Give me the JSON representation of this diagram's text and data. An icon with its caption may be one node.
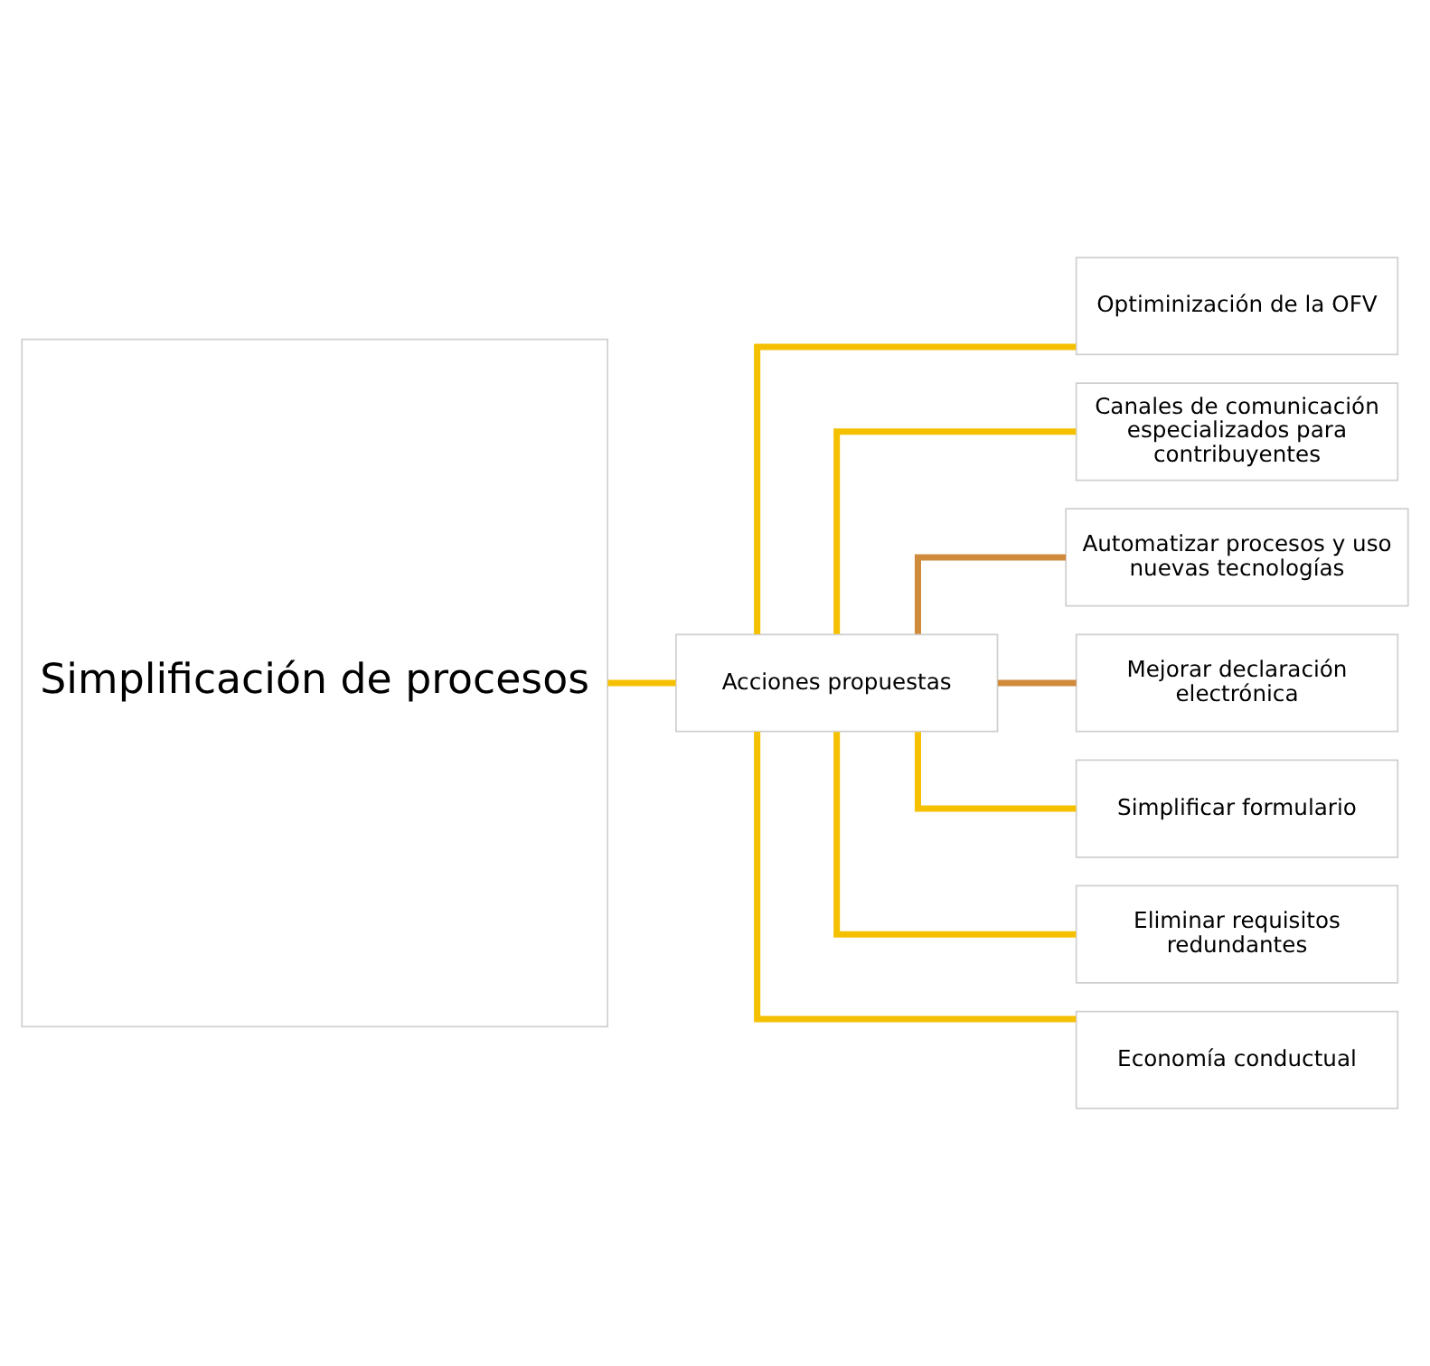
{
  "diagram": {
    "nodes": [
      {
        "text": [
          "Simplificación de procesos"
        ]
      },
      {
        "text": [
          "Acciones propuestas"
        ]
      },
      {
        "text": [
          "Optiminización de la OFV"
        ]
      },
      {
        "text": [
          "Canales de comunicación especializados para contribuyentes"
        ]
      },
      {
        "text": [
          "Automatizar procesos y uso nuevas tecnologías"
        ]
      },
      {
        "text": [
          "Mejorar declaración electrónica"
        ]
      },
      {
        "text": [
          "Simplificar formulario"
        ]
      },
      {
        "text": [
          "Eliminar requisitos redundantes"
        ]
      },
      {
        "text": [
          "Economía conductual"
        ]
      }
    ],
    "edges": [
      {
        "from": 0,
        "to": 1,
        "arrow": "none"
      },
      {
        "from": 1,
        "to": 2,
        "arrow": "none"
      },
      {
        "from": 1,
        "to": 3,
        "arrow": "none"
      },
      {
        "from": 1,
        "to": 4,
        "arrow": "none",
        "color": "#d08a3c"
      },
      {
        "from": 1,
        "to": 5,
        "arrow": "none",
        "color": "#d08a3c"
      },
      {
        "from": 1,
        "to": 6,
        "arrow": "none"
      },
      {
        "from": 1,
        "to": 7,
        "arrow": "none"
      },
      {
        "from": 1,
        "to": 8,
        "arrow": "none"
      }
    ]
  }
}
